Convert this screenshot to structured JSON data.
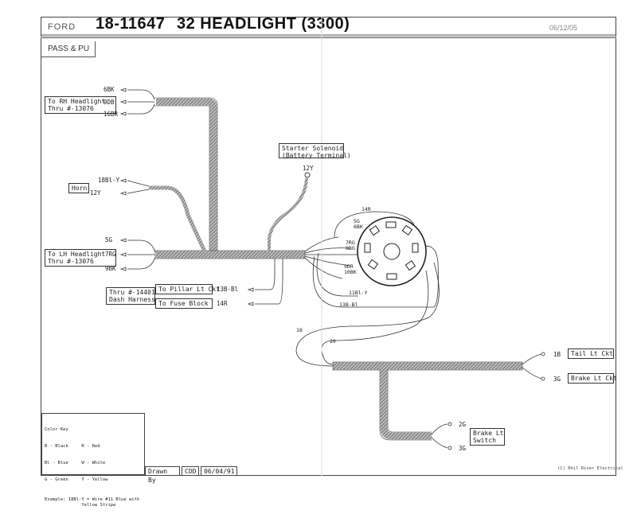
{
  "header": {
    "make": "FORD",
    "part_number": "18-11647",
    "title": "32 HEADLIGHT (3300)",
    "date": "06/12/05"
  },
  "subtitle": "PASS & PU",
  "labels": {
    "rh_headlight": "To RH Headlight\nThru #-13076",
    "lh_headlight": "To LH Headlight\nThru #-13076",
    "horn": "Horn",
    "starter": "Starter Solenoid\n(Battery Terminal)",
    "dash_harness": "Thru #-14401\nDash Harness",
    "pillar_lt": "To Pillar Lt Ckt",
    "fuse_block": "To Fuse Block",
    "tail_lt": "Tail Lt Ckt",
    "brake_lt": "Brake Lt Ckt",
    "brake_switch": "Brake Lt\nSwitch"
  },
  "wire_codes": {
    "rh_6bk": "6BK",
    "rh_9db": "9DB",
    "rh_16br": "16BR",
    "horn_18bly": "18Bl-Y",
    "horn_12y": "12Y",
    "lh_5g": "5G",
    "lh_7rg": "7RG",
    "lh_9bk": "9BK",
    "starter_12y": "12Y",
    "pillar_wire": "13B-Bl",
    "fuse_wire": "14R",
    "sw_14r": "14R",
    "sw_5g_6bk": "5G\n6BK",
    "sw_7rg_8bg": "7RG\n8BG",
    "sw_9dr_10bk": "9DR\n10BK",
    "sw_11bly": "11Bl-Y",
    "sw_13bbl": "13B-Bl",
    "tail_18": "18",
    "brake_20": "20",
    "tail_1b": "1B",
    "brake_3g": "3G",
    "switch_2g": "2G",
    "switch_3g": "3G"
  },
  "color_key": {
    "title": "Color Key",
    "rows": [
      "B - Black     R - Red",
      "Bl - Blue     W - White",
      "G - Green     Y - Yellow"
    ],
    "example": "Example: 18Bl-Y = Wire #11 Blue with\n              Yellow Stripe"
  },
  "footer": {
    "drawn_by_label": "Drawn By",
    "drawn_by": "CDD",
    "drawn_date": "06/04/91",
    "credit": "(C) Rhil River Electrical"
  }
}
